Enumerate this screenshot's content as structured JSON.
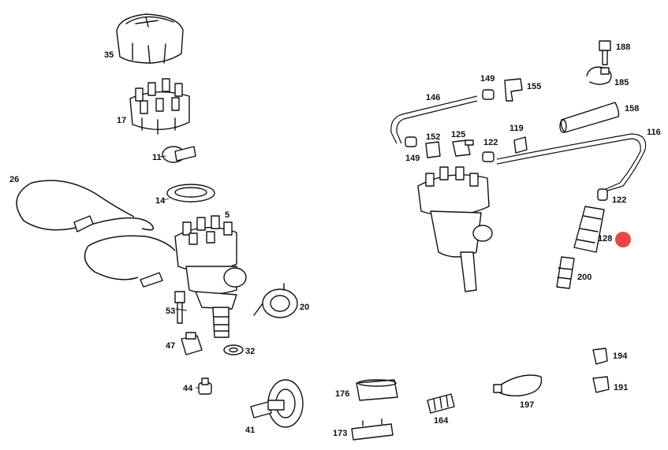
{
  "part_labels": {
    "p35": "35",
    "p17": "17",
    "p11": "11",
    "p14": "14",
    "p5": "5",
    "p26": "26",
    "p53": "53",
    "p47": "47",
    "p44": "44",
    "p20": "20",
    "p32": "32",
    "p41": "41",
    "p176": "176",
    "p173": "173",
    "p164": "164",
    "p197": "197",
    "p146": "146",
    "p149a": "149",
    "p155": "155",
    "p149b": "149",
    "p152": "152",
    "p125": "125",
    "p122a": "122",
    "p119": "119",
    "p116": "116",
    "p122b": "122",
    "p128": "128",
    "p200": "200",
    "p188": "188",
    "p185": "185",
    "p158": "158",
    "p194": "194",
    "p191": "191"
  },
  "highlight_marker": {
    "part": "128",
    "color": "#e8474a"
  }
}
